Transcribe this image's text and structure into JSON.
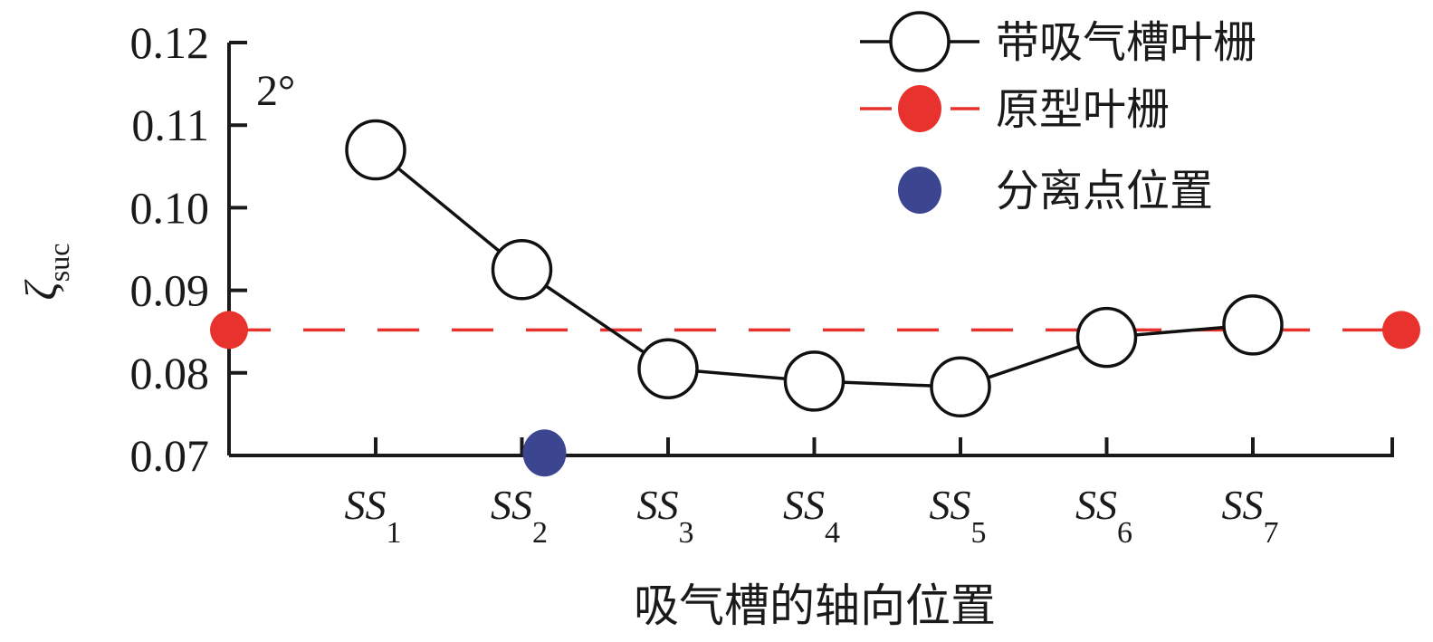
{
  "chart_data": {
    "type": "line",
    "xlabel": "吸气槽的轴向位置",
    "ylabel": "ζ",
    "ylabel_subscript": "suc",
    "categories": [
      {
        "base": "SS",
        "sub": "1"
      },
      {
        "base": "SS",
        "sub": "2"
      },
      {
        "base": "SS",
        "sub": "3"
      },
      {
        "base": "SS",
        "sub": "4"
      },
      {
        "base": "SS",
        "sub": "5"
      },
      {
        "base": "SS",
        "sub": "6"
      },
      {
        "base": "SS",
        "sub": "7"
      }
    ],
    "ylim": [
      0.07,
      0.12
    ],
    "yticks": [
      "0.07",
      "0.08",
      "0.09",
      "0.10",
      "0.11",
      "0.12"
    ],
    "annotation": "2°",
    "series": [
      {
        "name": "带吸气槽叶栅",
        "style": "solid line with open circle markers",
        "color": "#111111",
        "values": [
          0.107,
          0.0925,
          0.0805,
          0.079,
          0.0783,
          0.0843,
          0.0858
        ]
      },
      {
        "name": "原型叶栅",
        "style": "dashed horizontal reference line",
        "color": "#e8322d",
        "value": 0.0852
      },
      {
        "name": "分离点位置",
        "style": "filled marker",
        "color": "#3b4590",
        "x": "SS2",
        "value": 0.0703
      }
    ],
    "grid": false,
    "legend_position": "top-right"
  }
}
